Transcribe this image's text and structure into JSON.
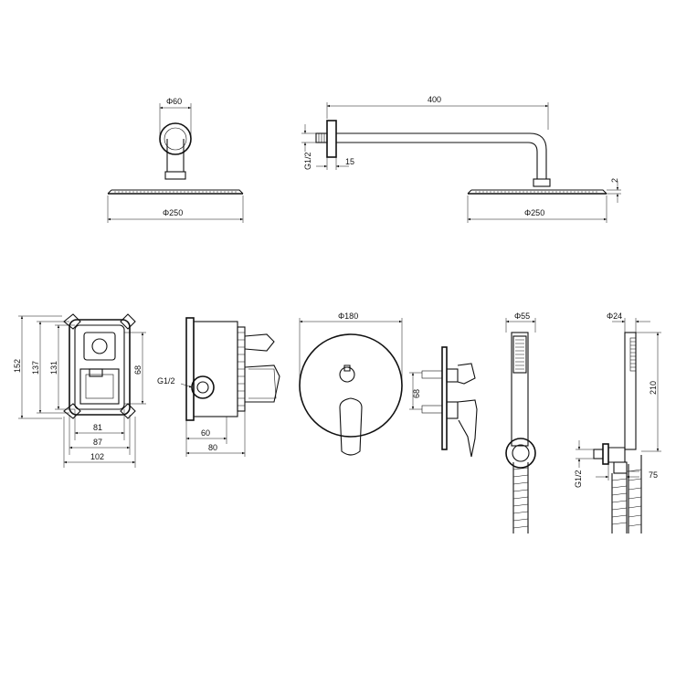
{
  "drawing": {
    "shower_head_front": {
      "pipe_diameter": "Φ60",
      "head_diameter": "Φ250"
    },
    "shower_head_side": {
      "arm_length": "400",
      "thread": "G1/2",
      "flange_depth": "15",
      "head_thickness": "2",
      "head_diameter": "Φ250"
    },
    "mounting_box_front": {
      "height_outer": "152",
      "height_mid": "137",
      "height_inner": "131",
      "window_height": "68",
      "width_inner": "81",
      "width_mid": "87",
      "width_outer": "102"
    },
    "mounting_box_side": {
      "thread": "G1/2",
      "depth_inner": "60",
      "depth_outer": "80"
    },
    "cover_plate": {
      "diameter": "Φ180"
    },
    "mixer_side": {
      "spacing": "68"
    },
    "hand_shower_front": {
      "diameter": "Φ55"
    },
    "hand_shower_side": {
      "diameter": "Φ24",
      "length": "210",
      "thread": "G1/2",
      "outlet_offset": "75"
    }
  }
}
